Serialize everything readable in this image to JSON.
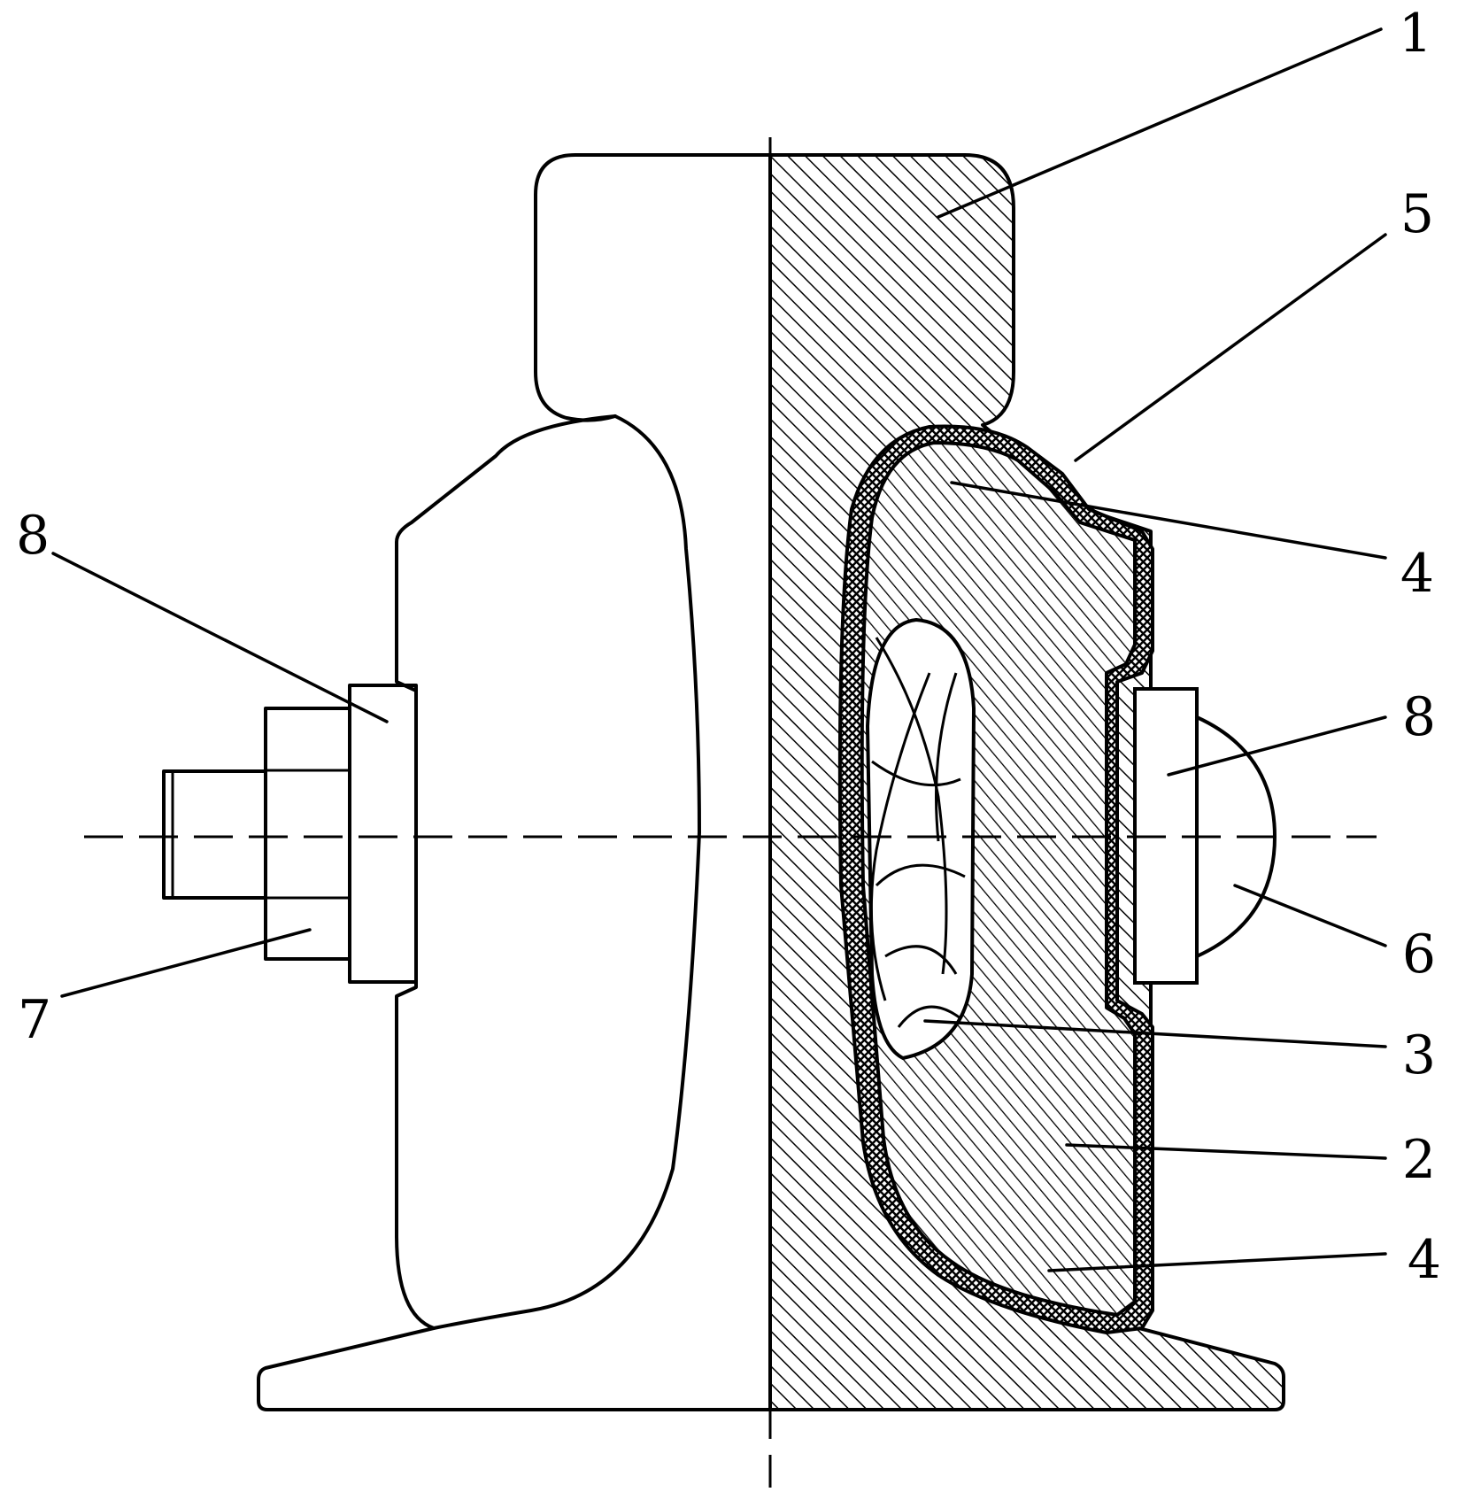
{
  "labels": {
    "one": "1",
    "two": "2",
    "three": "3",
    "four_upper": "4",
    "four_lower": "4",
    "five": "5",
    "six": "6",
    "seven": "7",
    "eight_left": "8",
    "eight_right": "8"
  },
  "colors": {
    "ink": "#000000",
    "paper": "#ffffff"
  }
}
